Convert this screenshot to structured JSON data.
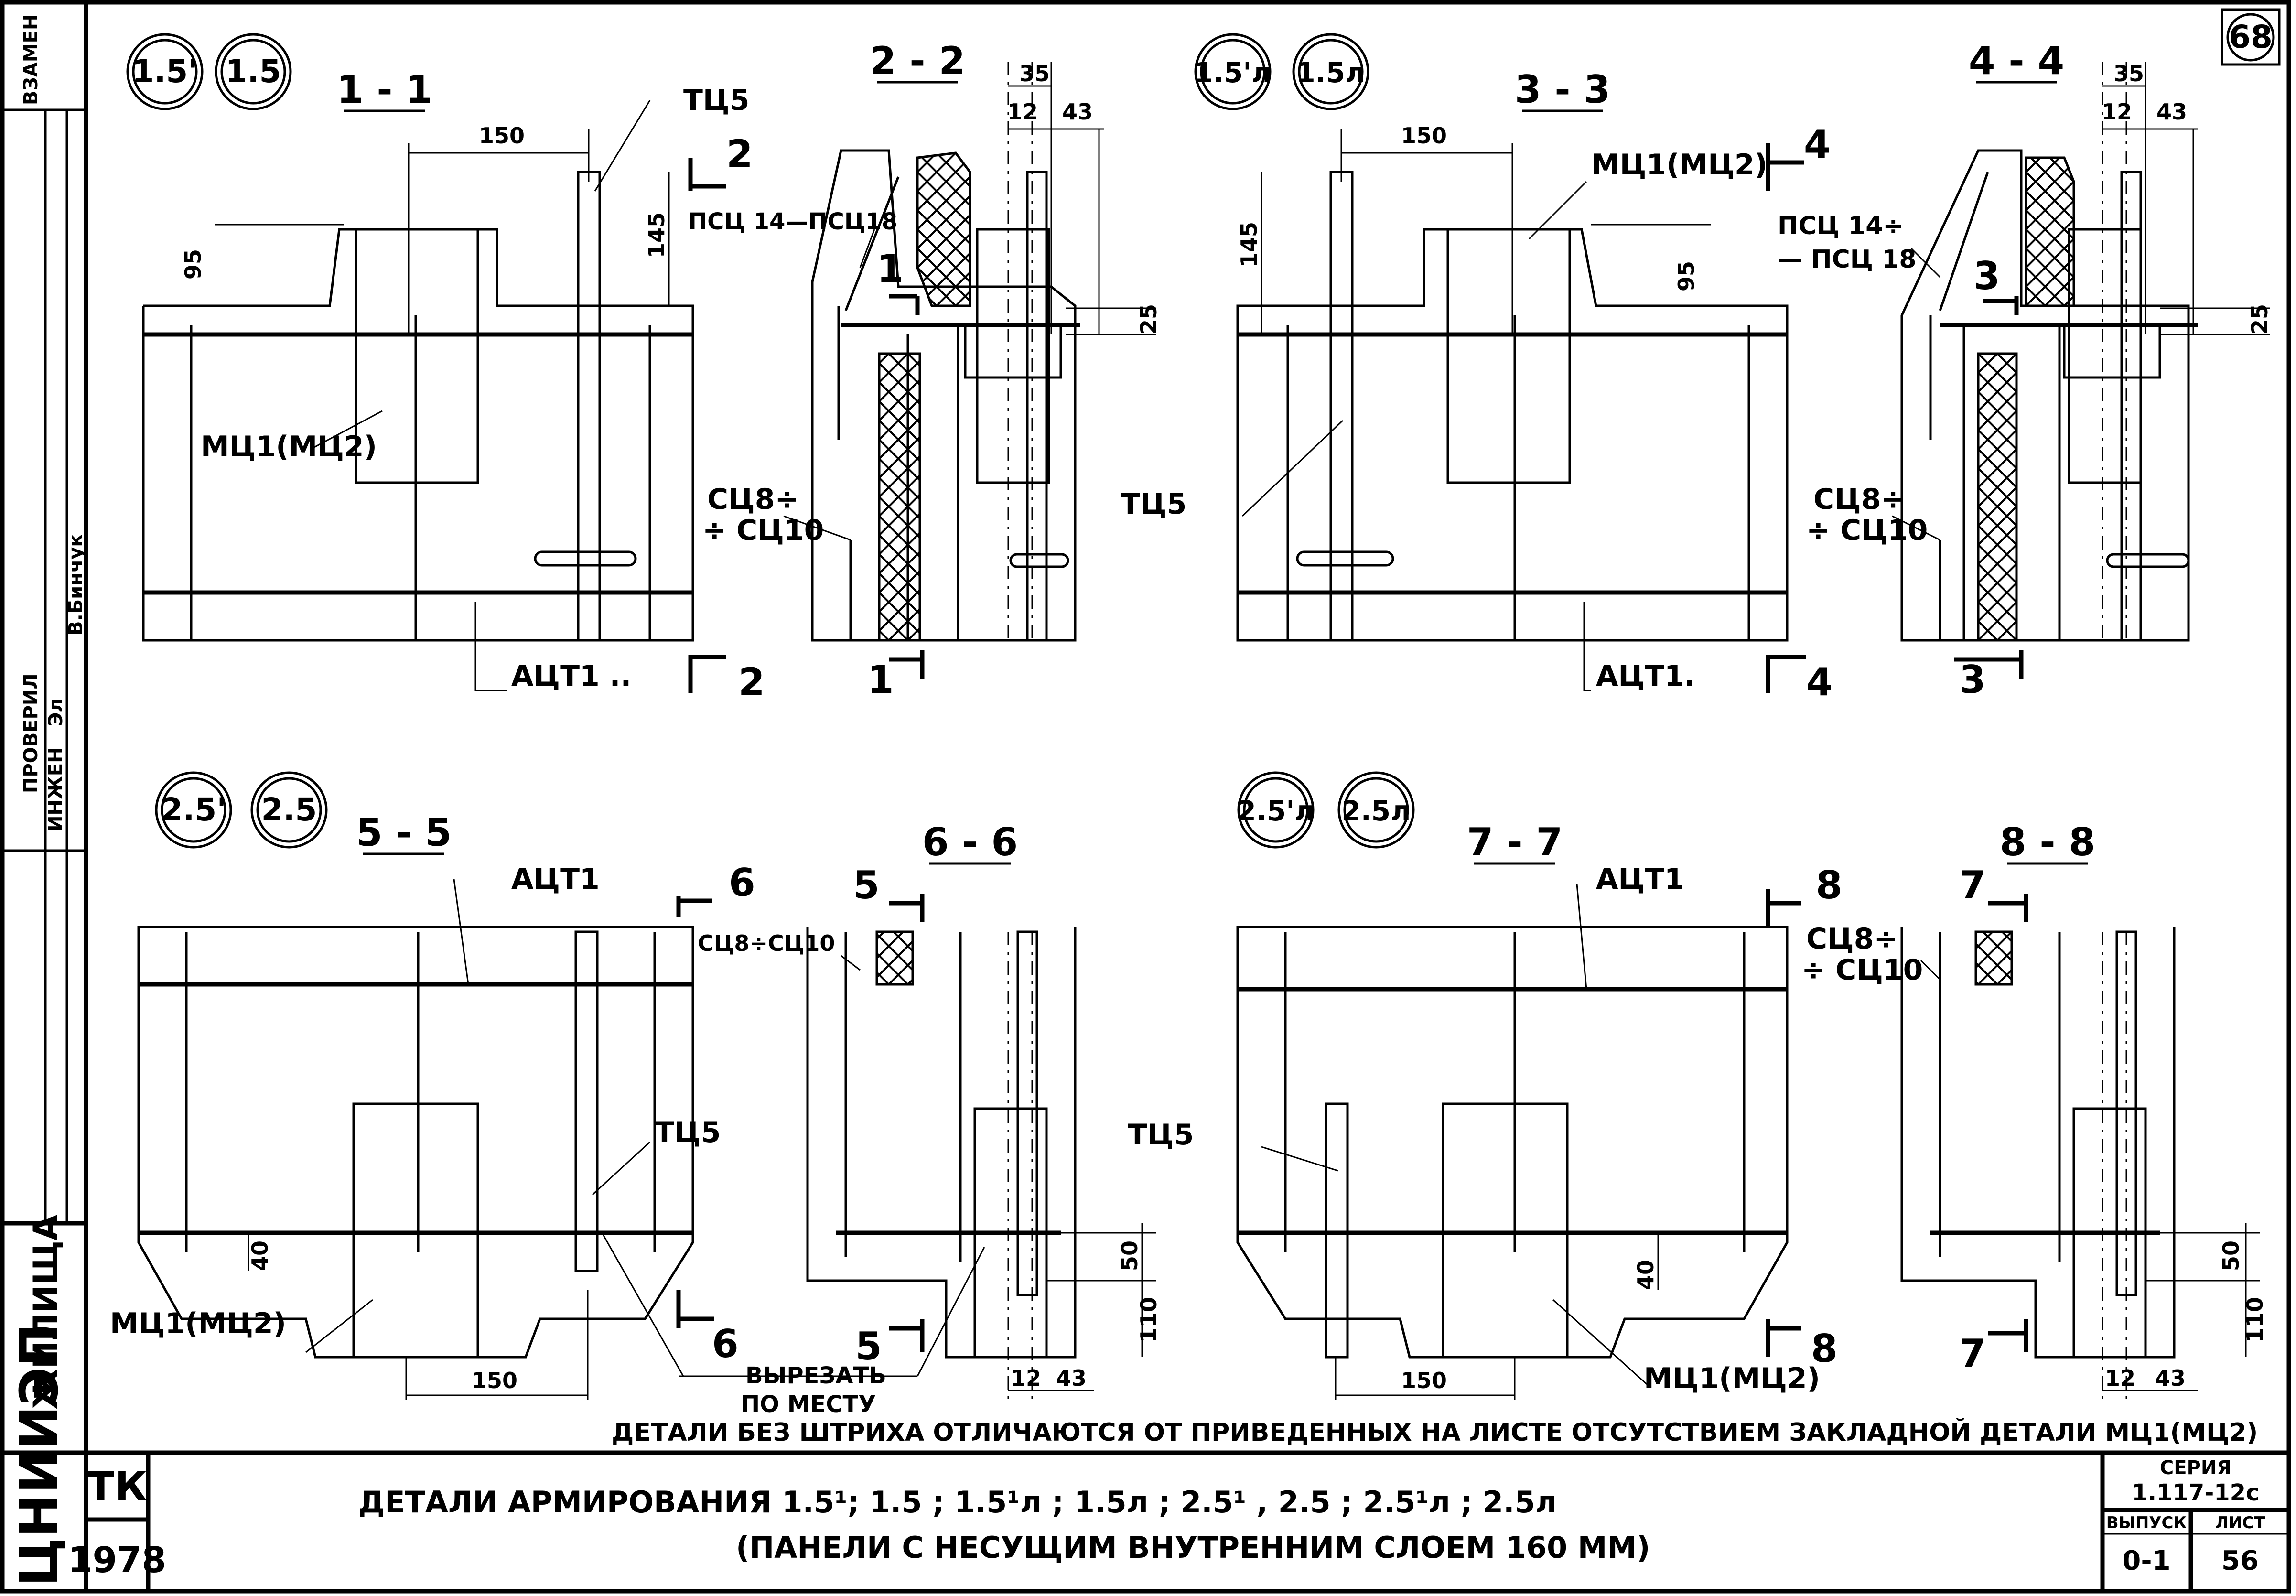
{
  "sheet": {
    "number": "68",
    "note": "ДЕТАЛИ БЕЗ ШТРИХА ОТЛИЧАЮТСЯ ОТ ПРИВЕДЕННЫХ НА ЛИСТЕ ОТСУТСТВИЕМ ЗАКЛАДНОЙ ДЕТАЛИ МЦ1(МЦ2)"
  },
  "left_stamp": {
    "vzamen": "ВЗАМЕН",
    "proveril": "ПРОВЕРИЛ",
    "inzhen": "ИНЖЕН",
    "name": "В.Бинчук",
    "sig": "Эл",
    "zhilishcha": "ЖИЛИЩА",
    "org": "ЦНИИЭП"
  },
  "title_block": {
    "tk": "ТК",
    "year": "1978",
    "title_line1": "ДЕТАЛИ АРМИРОВАНИЯ   1.5¹; 1.5 ; 1.5¹л ; 1.5л ;   2.5¹ , 2.5 ; 2.5¹л ; 2.5л",
    "title_line2": "(ПАНЕЛИ С НЕСУЩИМ ВНУТРЕННИМ СЛОЕМ  160 ММ)",
    "series_label": "СЕРИЯ",
    "series_value": "1.117-12с",
    "vypusk_label": "ВЫПУСК",
    "vypusk_value": "0-1",
    "list_label": "ЛИСТ",
    "list_value": "56"
  },
  "markers": {
    "m15p": "1.5'",
    "m15": "1.5",
    "m15lp": "1.5'л",
    "m15l": "1.5л",
    "m25p": "2.5'",
    "m25": "2.5",
    "m25lp": "2.5'л",
    "m25l": "2.5л"
  },
  "sections": {
    "s11": "1 - 1",
    "s22": "2 - 2",
    "s33": "3 - 3",
    "s44": "4 - 4",
    "s55": "5 - 5",
    "s66": "6 - 6",
    "s77": "7 - 7",
    "s88": "8 - 8"
  },
  "labels": {
    "tc5": "ТЦ5",
    "mc": "МЦ1(МЦ2)",
    "mc_b": "МЦ1(МЦ2)",
    "act1": "АЦТ1",
    "act1a": "АЦТ1 ..",
    "act1b": "АЦТ1.",
    "psc": "ПСЦ 14—ПСЦ18",
    "psc_a": "ПСЦ 14÷",
    "psc_b": "— ПСЦ 18",
    "sc_a": "СЦ8÷",
    "sc_b": "÷ СЦ10",
    "sc_inline": "СЦ8÷СЦ10",
    "cut1": "ВЫРЕЗАТЬ",
    "cut2": "ПО МЕСТУ"
  },
  "dims": {
    "d150": "150",
    "d95": "95",
    "d145": "145",
    "d35": "35",
    "d12": "12",
    "d43": "43",
    "d25": "25",
    "d40": "40",
    "d50": "50",
    "d110": "110"
  },
  "cuts": {
    "c1": "1",
    "c2": "2",
    "c3": "3",
    "c4": "4",
    "c5": "5",
    "c6": "6",
    "c7": "7",
    "c8": "8"
  }
}
